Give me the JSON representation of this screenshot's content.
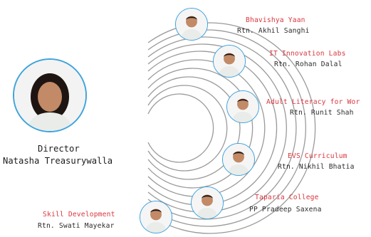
{
  "director": {
    "role": "Director",
    "name": "Natasha Treasurywalla",
    "photo": "director-portrait-icon"
  },
  "members": [
    {
      "title": "Bhavishya Yaan",
      "name": "Rtn. Akhil Sanghi",
      "photo": "member-portrait-icon"
    },
    {
      "title": "IT Innovation Labs",
      "name": "Rtn. Rohan Dalal",
      "photo": "member-portrait-icon"
    },
    {
      "title": "Adult Literacy for Wor",
      "name": "Rtn. Runit Shah",
      "photo": "member-portrait-icon"
    },
    {
      "title": "EVS Curriculum",
      "name": "Rtn. Nikhil Bhatia",
      "photo": "member-portrait-icon"
    },
    {
      "title": "Taparia College",
      "name": "PP Pradeep Saxena",
      "photo": "member-portrait-icon"
    },
    {
      "title": "Skill Development",
      "name": "Rtn. Swati Mayekar",
      "photo": "member-portrait-icon"
    }
  ],
  "colors": {
    "ring": "#3fa3dc",
    "title_text": "#d9363e",
    "name_text": "#2a2a2a",
    "arc_lines": "#9a9a9a",
    "skin": "#c28a66",
    "hair": "#1e1512",
    "shirt": "#e9ece8"
  }
}
